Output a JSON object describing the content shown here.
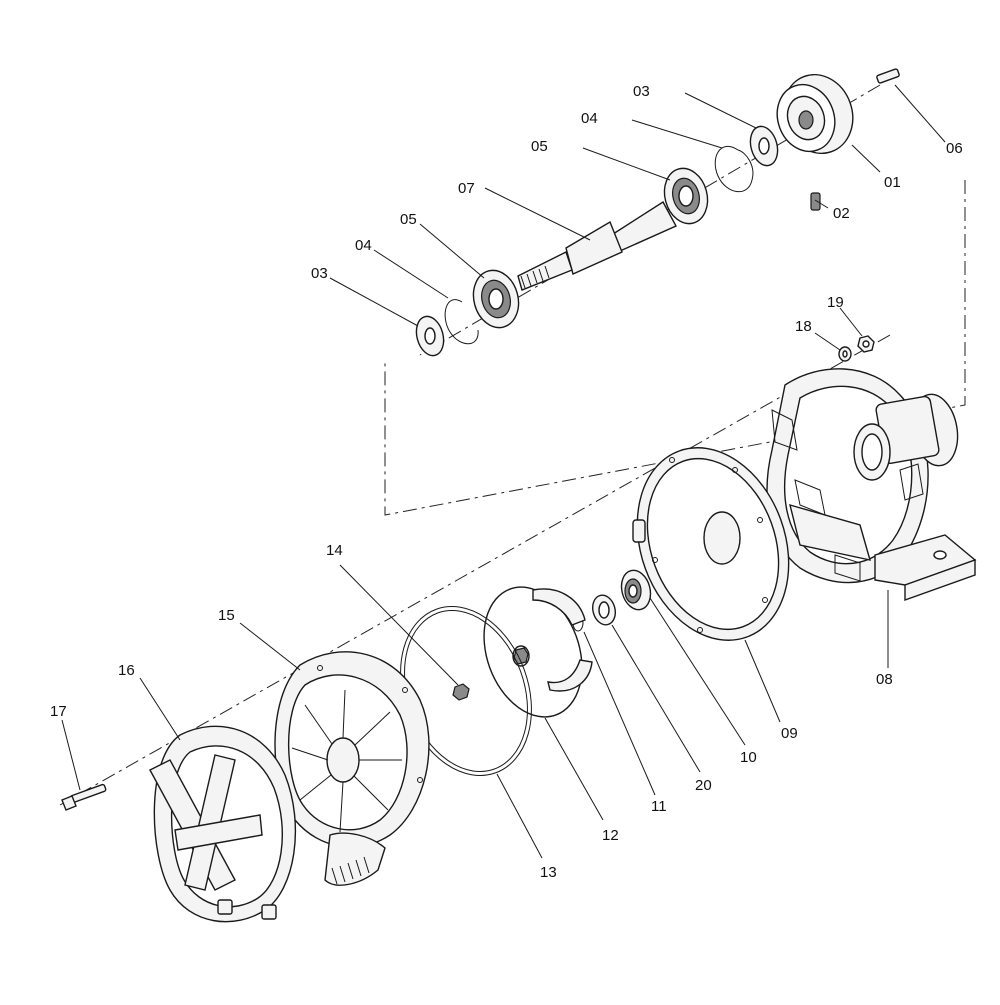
{
  "diagram": {
    "labels": {
      "p01": "01",
      "p02": "02",
      "p03a": "03",
      "p04a": "04",
      "p05a": "05",
      "p06": "06",
      "p07": "07",
      "p05b": "05",
      "p04b": "04",
      "p03b": "03",
      "p18": "18",
      "p19": "19",
      "p08": "08",
      "p09": "09",
      "p10": "10",
      "p20": "20",
      "p11": "11",
      "p12": "12",
      "p13": "13",
      "p14": "14",
      "p15": "15",
      "p16": "16",
      "p17": "17"
    }
  }
}
